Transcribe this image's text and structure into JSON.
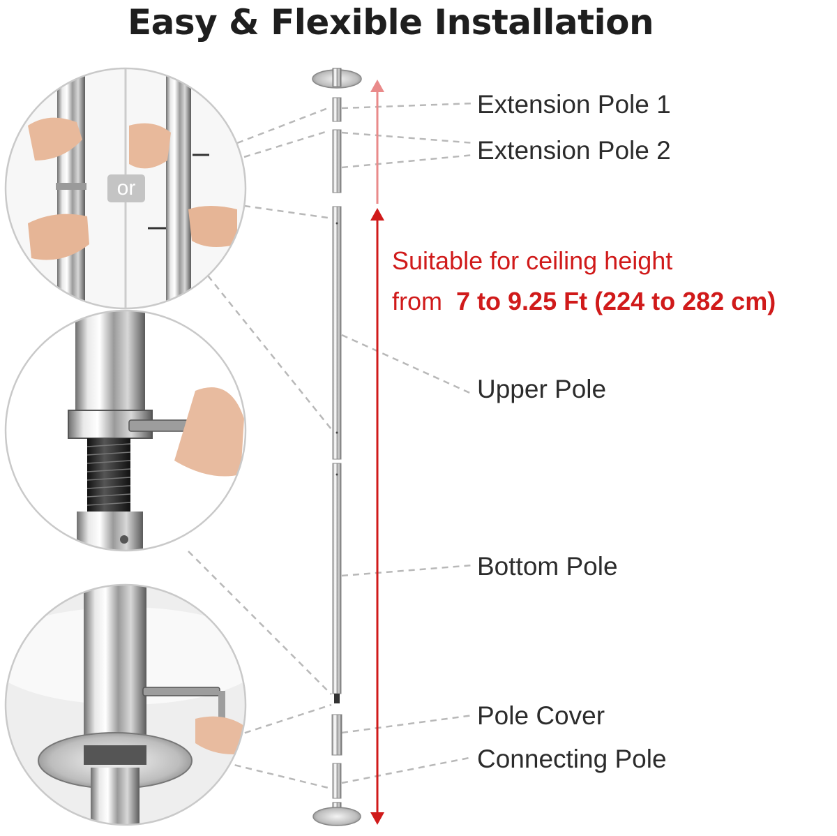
{
  "title": "Easy & Flexible Installation",
  "labels": {
    "extension_pole_1": "Extension Pole 1",
    "extension_pole_2": "Extension Pole 2",
    "upper_pole": "Upper Pole",
    "bottom_pole": "Bottom Pole",
    "pole_cover": "Pole Cover",
    "connecting_pole": "Connecting Pole"
  },
  "height_note": {
    "line1": "Suitable for ceiling height",
    "line2_prefix": "from",
    "line2_value": "7 to 9.25 Ft (224 to 282 cm)"
  },
  "detail_or": "or",
  "colors": {
    "accent_red": "#d01a1a",
    "text_dark": "#2b2b2b",
    "chrome": "#c8c8c8",
    "guide_gray": "#b5b5b5"
  }
}
